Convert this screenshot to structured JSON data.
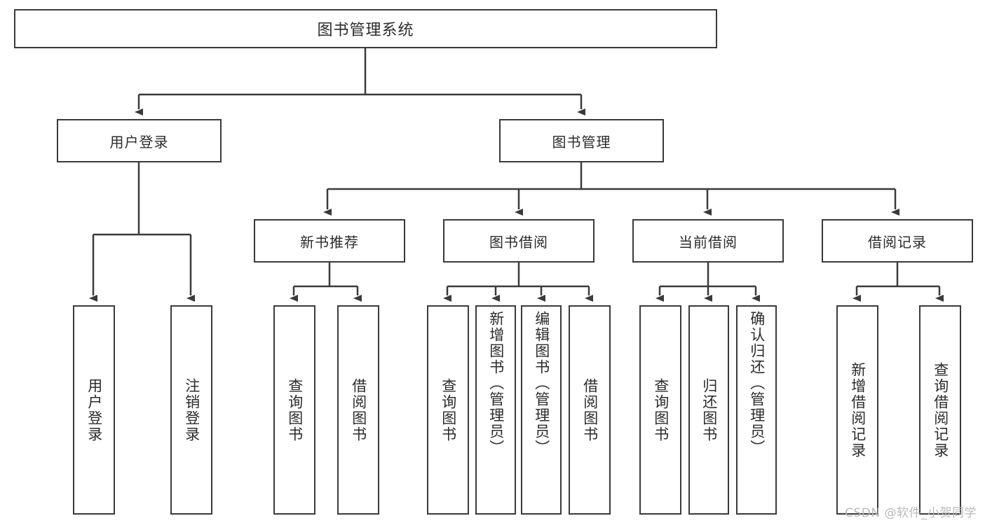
{
  "diagram": {
    "type": "tree",
    "title": "图书管理系统",
    "root": {
      "id": "root",
      "label": "图书管理系统"
    },
    "level2": [
      {
        "id": "user-login",
        "label": "用户登录"
      },
      {
        "id": "book-manage",
        "label": "图书管理"
      }
    ],
    "level3": [
      {
        "id": "new-book-recommend",
        "label": "新书推荐",
        "parent": "book-manage"
      },
      {
        "id": "book-borrow",
        "label": "图书借阅",
        "parent": "book-manage"
      },
      {
        "id": "current-borrow",
        "label": "当前借阅",
        "parent": "book-manage"
      },
      {
        "id": "borrow-record",
        "label": "借阅记录",
        "parent": "book-manage"
      }
    ],
    "leaves": [
      {
        "id": "leaf-user-login",
        "label": "用户登录",
        "parent": "user-login"
      },
      {
        "id": "leaf-user-logout",
        "label": "注销登录",
        "parent": "user-login"
      },
      {
        "id": "leaf-query-book-1",
        "label": "查询图书",
        "parent": "new-book-recommend"
      },
      {
        "id": "leaf-borrow-book-1",
        "label": "借阅图书",
        "parent": "new-book-recommend"
      },
      {
        "id": "leaf-query-book-2",
        "label": "查询图书",
        "parent": "book-borrow"
      },
      {
        "id": "leaf-add-book",
        "label": "新增图书（管理员）",
        "parent": "book-borrow"
      },
      {
        "id": "leaf-edit-book",
        "label": "编辑图书（管理员）",
        "parent": "book-borrow"
      },
      {
        "id": "leaf-borrow-book-2",
        "label": "借阅图书",
        "parent": "book-borrow"
      },
      {
        "id": "leaf-query-book-3",
        "label": "查询图书",
        "parent": "current-borrow"
      },
      {
        "id": "leaf-return-book",
        "label": "归还图书",
        "parent": "current-borrow"
      },
      {
        "id": "leaf-confirm-return",
        "label": "确认归还（管理员）",
        "parent": "current-borrow"
      },
      {
        "id": "leaf-add-record",
        "label": "新增借阅记录",
        "parent": "borrow-record"
      },
      {
        "id": "leaf-query-record",
        "label": "查询借阅记录",
        "parent": "borrow-record"
      }
    ]
  },
  "watermark": {
    "text": "CSDN @软件_小贺同学"
  },
  "colors": {
    "stroke": "#3a3a3a",
    "text": "#2b2b2b",
    "background": "#ffffff",
    "watermark": "#b9b9b9"
  }
}
